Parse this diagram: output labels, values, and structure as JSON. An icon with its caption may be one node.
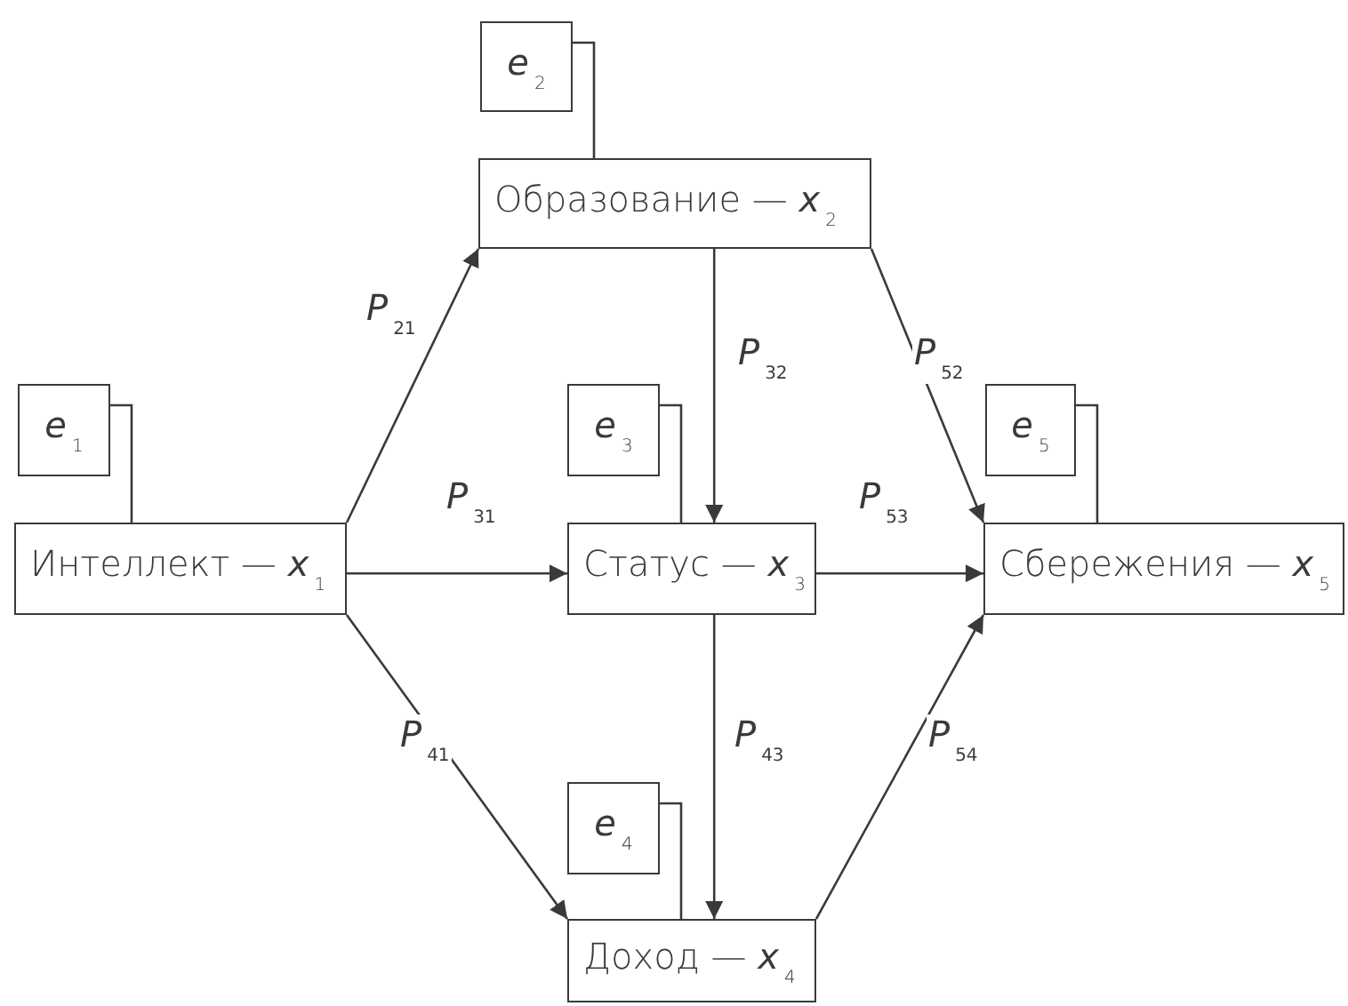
{
  "diagram": {
    "nodes": [
      {
        "text": [
          "*e*$_{2}$"
        ]
      },
      {
        "text": [
          "Образование — *x*$_{2}$"
        ]
      },
      {
        "text": [
          "*e*$_{1}$"
        ]
      },
      {
        "text": [
          "*e*$_{3}$"
        ]
      },
      {
        "text": [
          "*e*$_{5}$"
        ]
      },
      {
        "text": [
          "Интеллект — *x*$_{1}$"
        ]
      },
      {
        "text": [
          "Статус — *x*$_{3}$"
        ]
      },
      {
        "text": [
          "Сбережения — *x*$_{5}$"
        ]
      },
      {
        "text": [
          "*e*$_{4}$"
        ]
      },
      {
        "text": [
          "Доход — *x*$_{4}$"
        ]
      }
    ],
    "edges": [
      {
        "from": 0,
        "to": 1,
        "arrow": "none"
      },
      {
        "from": 2,
        "to": 5,
        "arrow": "none"
      },
      {
        "from": 3,
        "to": 6,
        "arrow": "none"
      },
      {
        "from": 4,
        "to": 7,
        "arrow": "none"
      },
      {
        "from": 8,
        "to": 9,
        "arrow": "none"
      },
      {
        "from": 5,
        "to": 1,
        "arrow": "to",
        "label": "*P*$_{21}$"
      },
      {
        "from": 5,
        "to": 6,
        "arrow": "to",
        "label": "*P*$_{31}$"
      },
      {
        "from": 5,
        "to": 9,
        "arrow": "to",
        "label": "*P*$_{41}$"
      },
      {
        "from": 1,
        "to": 6,
        "arrow": "to",
        "label": "*P*$_{32}$"
      },
      {
        "from": 1,
        "to": 7,
        "arrow": "to",
        "label": "*P*$_{52}$"
      },
      {
        "from": 6,
        "to": 7,
        "arrow": "to",
        "label": "*P*$_{53}$"
      },
      {
        "from": 6,
        "to": 9,
        "arrow": "to",
        "label": "*P*$_{43}$"
      },
      {
        "from": 9,
        "to": 7,
        "arrow": "to",
        "label": "*P*$_{54}$"
      }
    ]
  }
}
